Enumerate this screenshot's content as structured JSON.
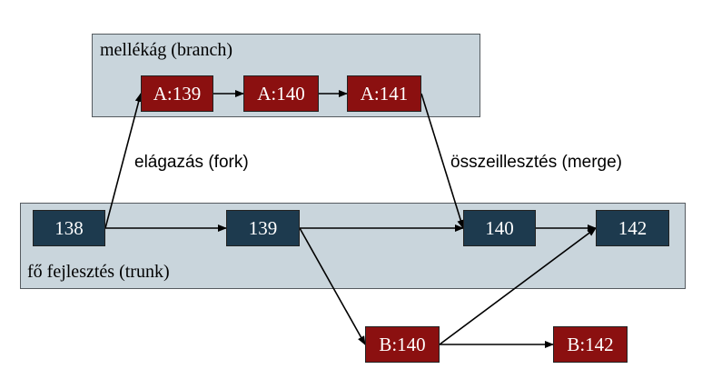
{
  "regions": {
    "branch": {
      "label": "mellékág (branch)"
    },
    "trunk": {
      "label": "fő fejlesztés (trunk)"
    }
  },
  "nodes": {
    "a139": "A:139",
    "a140": "A:140",
    "a141": "A:141",
    "t138": "138",
    "t139": "139",
    "t140": "140",
    "t142": "142",
    "b140": "B:140",
    "b142": "B:142"
  },
  "edge_labels": {
    "fork": "elágazás (fork)",
    "merge": "összeillesztés (merge)"
  },
  "edges": [
    {
      "from": "t138",
      "to": "a139"
    },
    {
      "from": "a139",
      "to": "a140"
    },
    {
      "from": "a140",
      "to": "a141"
    },
    {
      "from": "a141",
      "to": "t140"
    },
    {
      "from": "t138",
      "to": "t139"
    },
    {
      "from": "t139",
      "to": "t140"
    },
    {
      "from": "t140",
      "to": "t142"
    },
    {
      "from": "t139",
      "to": "b140"
    },
    {
      "from": "b140",
      "to": "t142"
    },
    {
      "from": "b140",
      "to": "b142"
    }
  ],
  "colors": {
    "trunk_node": "#1d3a4e",
    "branch_node": "#8b1010",
    "region_fill": "#c9d5dc"
  }
}
